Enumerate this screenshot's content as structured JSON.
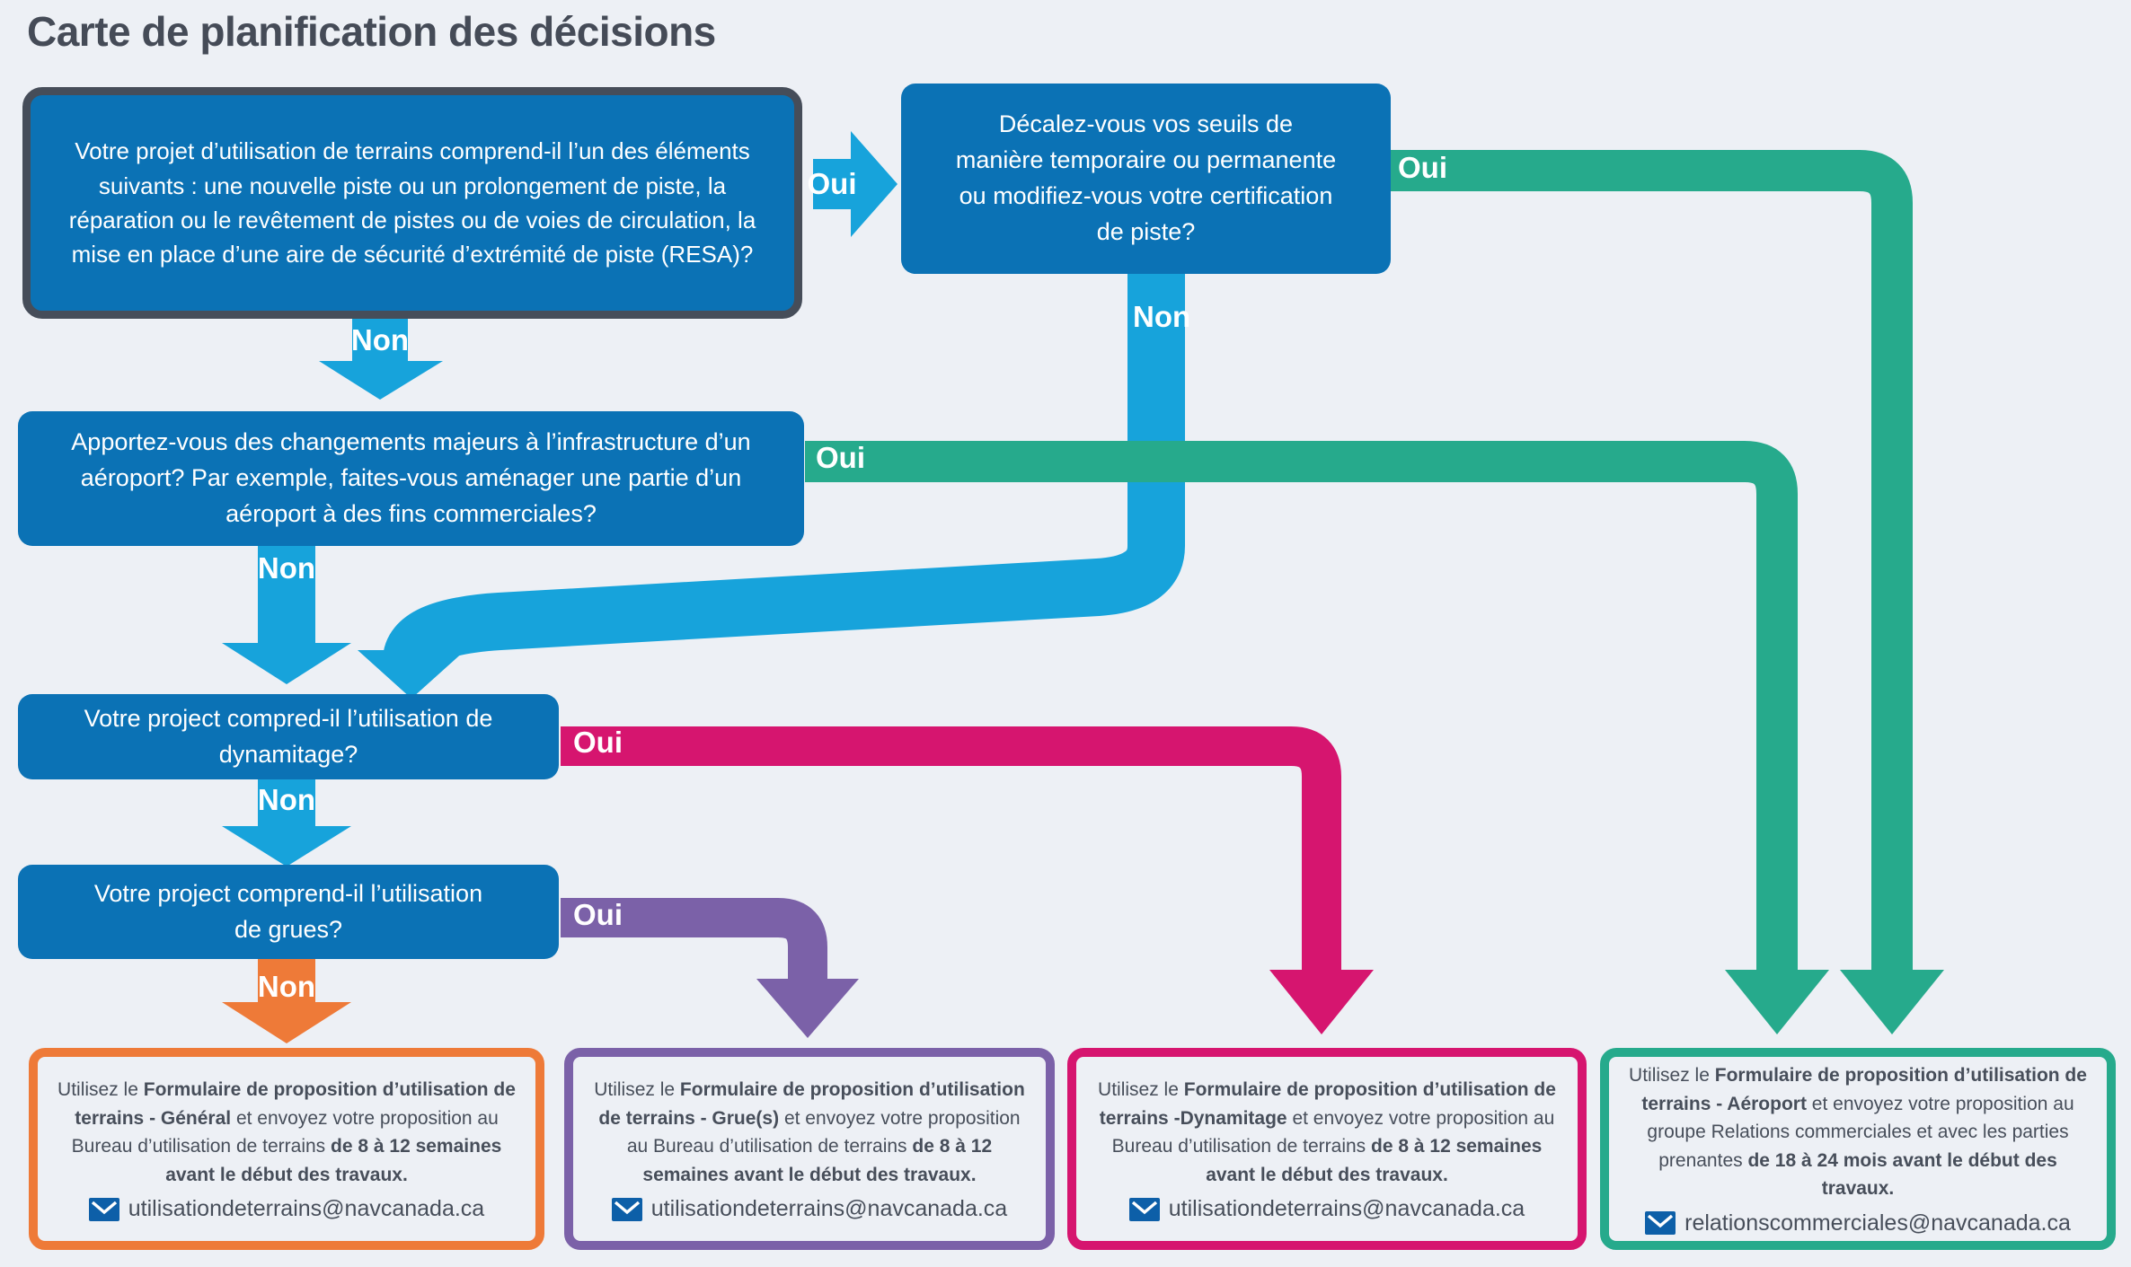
{
  "title": "Carte de planification des décisions",
  "questions": {
    "runway": "Votre projet d’utilisation de terrains comprend-il l’un des éléments suivants : une nouvelle piste ou un prolongement de piste, la réparation ou le revêtement de pistes ou de voies de circulation, la mise en place d’une aire de sécurité d’extrémité de piste (RESA)?",
    "thresholds": "Décalez-vous vos seuils de manière temporaire ou permanente ou modifiez-vous votre certification de piste?",
    "infrastructure": "Apportez-vous des changements majeurs à l’infrastructure d’un aéroport? Par exemple, faites-vous aménager une partie d’un aéroport à des fins commerciales?",
    "blasting": "Votre project compred-il l’utilisation de dynamitage?",
    "cranes": "Votre project comprend-il l’utilisation de grues?"
  },
  "labels": {
    "oui": "Oui",
    "non": "Non"
  },
  "results": {
    "general": {
      "p1": "Utilisez le ",
      "b1": "Formulaire de proposition d’utilisation de terrains - Général",
      "p2": " et envoyez votre proposition au Bureau d’utilisation de terrains ",
      "b2": "de 8 à 12 semaines avant le début des travaux.",
      "email": "utilisationdeterrains@navcanada.ca"
    },
    "cranes": {
      "p1": "Utilisez le ",
      "b1": "Formulaire de proposition d’utilisation de terrains - Grue(s)",
      "p2": " et envoyez votre proposition au Bureau d’utilisation de terrains ",
      "b2": "de 8 à 12 semaines avant le début des travaux.",
      "email": "utilisationdeterrains@navcanada.ca"
    },
    "blasting": {
      "p1": "Utilisez le ",
      "b1": "Formulaire de proposition d’utilisation de terrains -Dynamitage",
      "p2": " et envoyez votre proposition au Bureau d’utilisation de terrains ",
      "b2": "de 8 à 12 semaines avant le début des travaux.",
      "email": "utilisationdeterrains@navcanada.ca"
    },
    "airport": {
      "p1": "Utilisez le ",
      "b1": "Formulaire de proposition d’utilisation de terrains - Aéroport",
      "p2": " et envoyez votre proposition au groupe Relations commerciales et avec les parties prenantes ",
      "b2": "de 18 à 24 mois avant le début des travaux.",
      "email": "relationscommerciales@navcanada.ca"
    }
  },
  "colors": {
    "background": "#edf0f5",
    "box_blue": "#0b72b5",
    "cyan": "#17a3db",
    "teal": "#26aa8c",
    "pink": "#d6156f",
    "purple": "#7b61a8",
    "orange": "#ee7a38",
    "slate": "#464d59",
    "envelope_blue": "#0d5fa8"
  }
}
